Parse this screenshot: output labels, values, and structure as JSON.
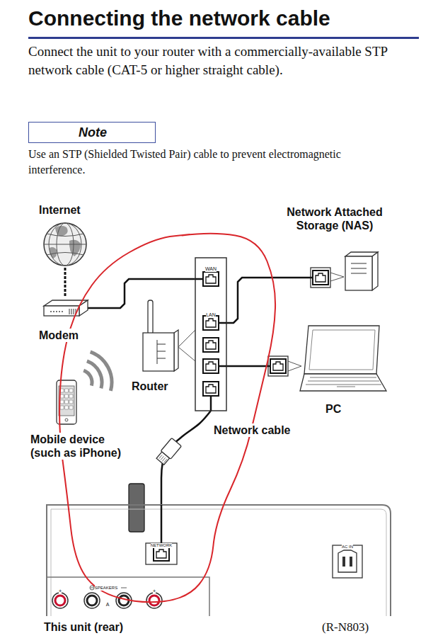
{
  "diagram": {
    "title": "Connecting the network cable",
    "nodes": [
      {
        "text": [
          "Note"
        ]
      },
      {
        "text": [
          "Internet"
        ]
      },
      {
        "text": [
          "Network Attached Storage (NAS)"
        ]
      },
      {
        "text": [
          "WAN",
          "LAN"
        ]
      },
      {
        "text": [
          "Modem"
        ]
      },
      {
        "text": [
          "Router"
        ]
      },
      {
        "text": [
          "PC"
        ]
      },
      {
        "text": [
          "Mobile device (such as iPhone)"
        ]
      },
      {
        "text": [
          "This unit (rear)"
        ]
      }
    ],
    "edges": [
      {
        "from": 1,
        "to": 4,
        "arrow": "none"
      },
      {
        "from": 4,
        "to": 3,
        "arrow": "none"
      },
      {
        "from": 3,
        "to": 2,
        "arrow": "none"
      },
      {
        "from": 3,
        "to": 6,
        "arrow": "none"
      },
      {
        "from": 3,
        "to": 8,
        "label": "Network cable",
        "arrow": "none"
      }
    ],
    "labels": [
      "Connect the unit to your router with a commercially-available STP network cable (CAT-5 or higher straight cable).",
      "Use an STP (Shielded Twisted Pair) cable to prevent electromagnetic interference.",
      "NETWORK",
      "SPEAKERS",
      "A",
      "+",
      "+",
      "AC IN",
      "(R-N803)"
    ]
  }
}
